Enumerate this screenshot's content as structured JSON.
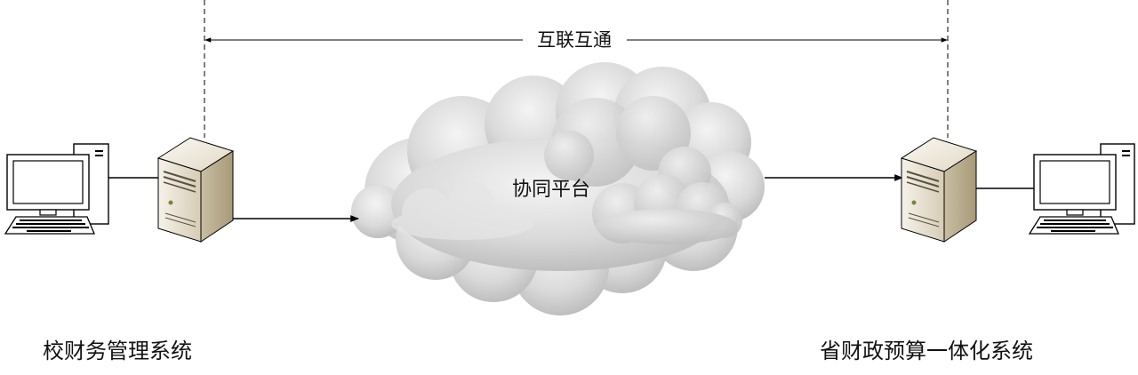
{
  "diagram": {
    "top_connector_label": "互联互通",
    "cloud_label": "协同平台",
    "left_system_label": "校财务管理系统",
    "right_system_label": "省财政预算一体化系统"
  },
  "colors": {
    "line": "#000000",
    "cloud_light": "#eeeeee",
    "cloud_dark": "#b9b9b9",
    "server_light": "#f3efe6",
    "server_dark": "#b5a98c"
  }
}
